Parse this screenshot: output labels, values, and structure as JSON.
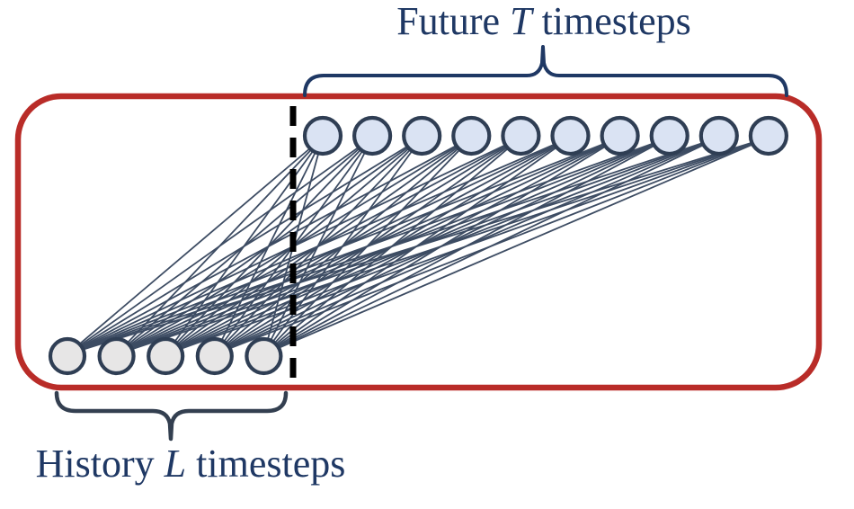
{
  "labels": {
    "future": {
      "prefix": "Future",
      "variable": "T",
      "suffix": "timesteps"
    },
    "history": {
      "prefix": "History",
      "variable": "L",
      "suffix": "timesteps"
    }
  },
  "diagram": {
    "future_node_count": 10,
    "history_node_count": 5,
    "connectivity": "every history node connects to every future node"
  },
  "colors": {
    "background": "#ffffff",
    "border_red": "#b92c28",
    "label_navy": "#1f3864",
    "brace_top": "#1f3864",
    "brace_bottom": "#333f50",
    "node_stroke": "#2f3e54",
    "edge_line": "#3d4c63",
    "future_fill": "#dae3f3",
    "history_fill": "#e7e6e6",
    "dashed_divider": "#000000"
  }
}
